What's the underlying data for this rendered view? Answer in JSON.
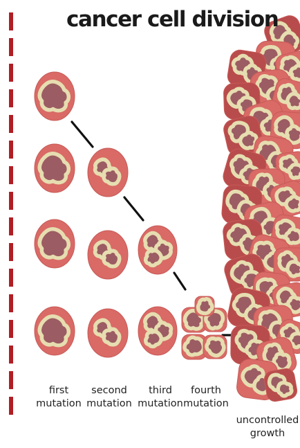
{
  "title": "cancer cell division",
  "columns": [
    {
      "line1": "first",
      "line2": "mutation"
    },
    {
      "line1": "second",
      "line2": "mutation"
    },
    {
      "line1": "third",
      "line2": "mutation"
    },
    {
      "line1": "fourth",
      "line2": "mutation"
    }
  ],
  "growth_label": {
    "line1": "uncontrolled",
    "line2": "growth"
  },
  "colors": {
    "cell": "#d96a66",
    "cell_edge": "#c75a57",
    "cell_dark": "#b84c4c",
    "nucleus": "#9c5c63",
    "nucleus_rim": "#e6ddb0",
    "dashed_line": "#b01e24",
    "connector": "#111111",
    "text": "#222222"
  }
}
